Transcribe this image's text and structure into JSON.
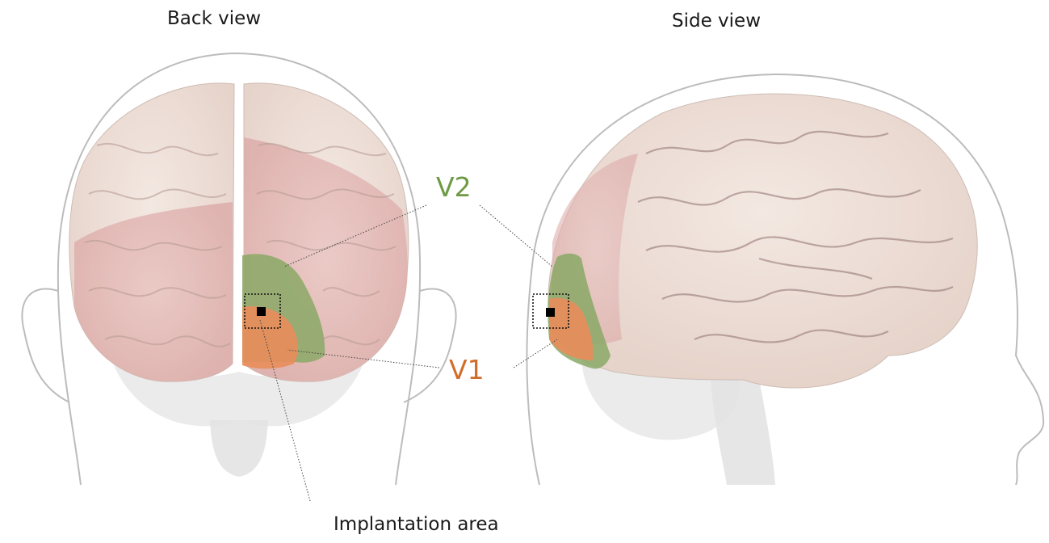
{
  "titles": {
    "back": "Back view",
    "side": "Side view"
  },
  "labels": {
    "v2": "V2",
    "v1": "V1",
    "implant": "Implantation area"
  },
  "colors": {
    "v2": "#6e9a45",
    "v1": "#d16d2a",
    "v2_fill": "#8aa866",
    "v1_fill": "#e98d5b",
    "brain": "#eee0d8",
    "brain_pink": "#e6b8b5",
    "outline": "#bdbdbd"
  }
}
